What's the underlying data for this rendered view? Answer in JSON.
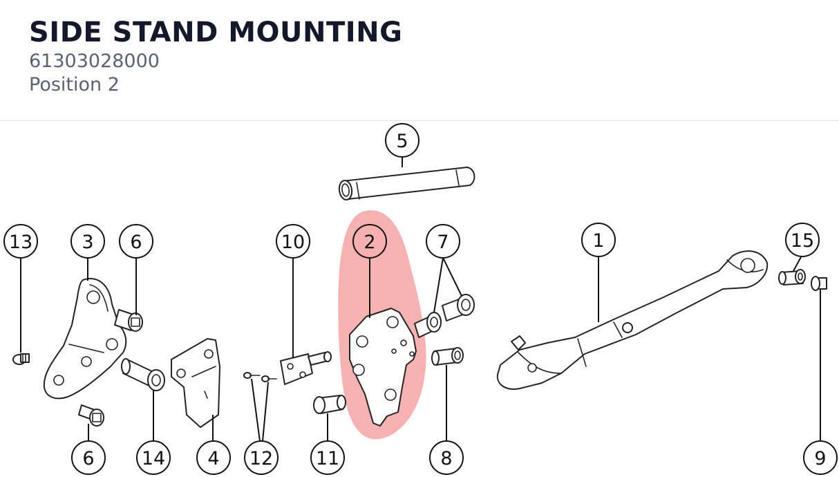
{
  "header": {
    "title": "SIDE STAND MOUNTING",
    "part_number": "61303028000",
    "position": "Position 2"
  },
  "colors": {
    "highlight": "#f4a3a3",
    "title": "#14182b",
    "subtitle": "#5a6272",
    "divider": "#e2e4e8"
  },
  "highlighted_callout": "2",
  "callouts": {
    "c1": "1",
    "c2": "2",
    "c3": "3",
    "c4": "4",
    "c5": "5",
    "c6a": "6",
    "c6b": "6",
    "c7": "7",
    "c8": "8",
    "c9": "9",
    "c10": "10",
    "c11": "11",
    "c12": "12",
    "c13": "13",
    "c14": "14",
    "c15": "15"
  }
}
